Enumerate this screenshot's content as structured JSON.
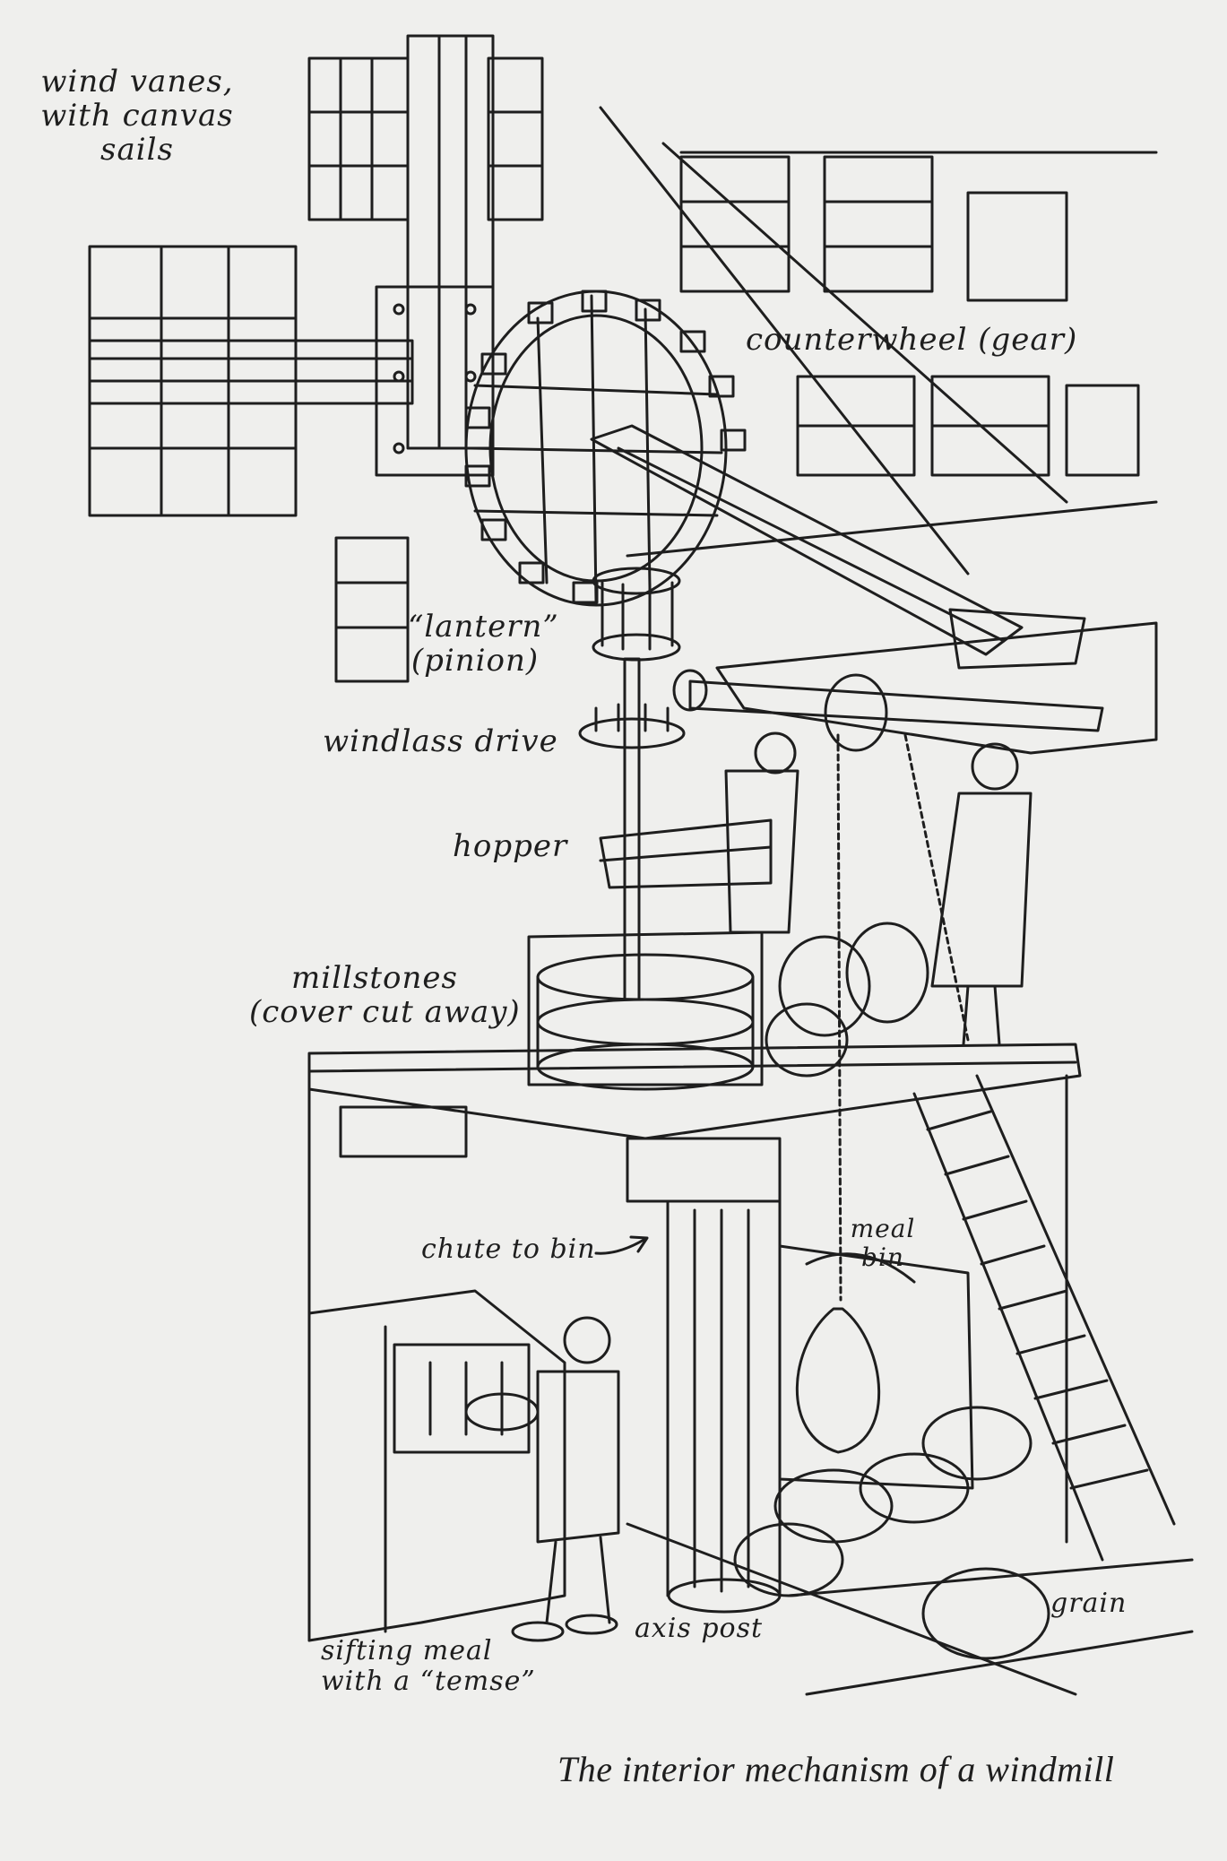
{
  "labels": {
    "wind_vanes": [
      "wind vanes,",
      "with canvas",
      "sails"
    ],
    "counterwheel": "counterwheel (gear)",
    "lantern": [
      "“lantern”",
      "(pinion)"
    ],
    "windlass": "windlass drive",
    "hopper": "hopper",
    "millstones": [
      "millstones",
      "(cover cut away)"
    ],
    "chute": "chute to bin",
    "meal_bin": [
      "meal",
      "bin"
    ],
    "sifting": [
      "sifting meal",
      "with a “temse”"
    ],
    "axis_post": "axis post",
    "grain": "grain"
  },
  "caption": "The interior mechanism of a windmill",
  "colors": {
    "ink": "#1e1e1e",
    "paper": "#efefed"
  }
}
